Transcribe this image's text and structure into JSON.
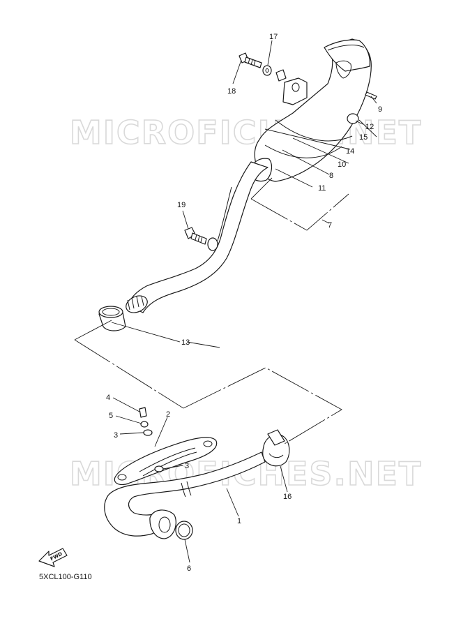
{
  "diagram": {
    "callouts": [
      "1",
      "2",
      "3",
      "3",
      "4",
      "5",
      "6",
      "7",
      "8",
      "9",
      "10",
      "11",
      "12",
      "13",
      "14",
      "15",
      "16",
      "17",
      "18",
      "19"
    ],
    "watermark": "MICROFICHES.NET",
    "diagram_code": "5XCL100-G110",
    "fwd_label": "FWD",
    "colors": {
      "line": "#1a1a1a",
      "watermark": "#d9d9d9",
      "background": "#ffffff"
    }
  }
}
